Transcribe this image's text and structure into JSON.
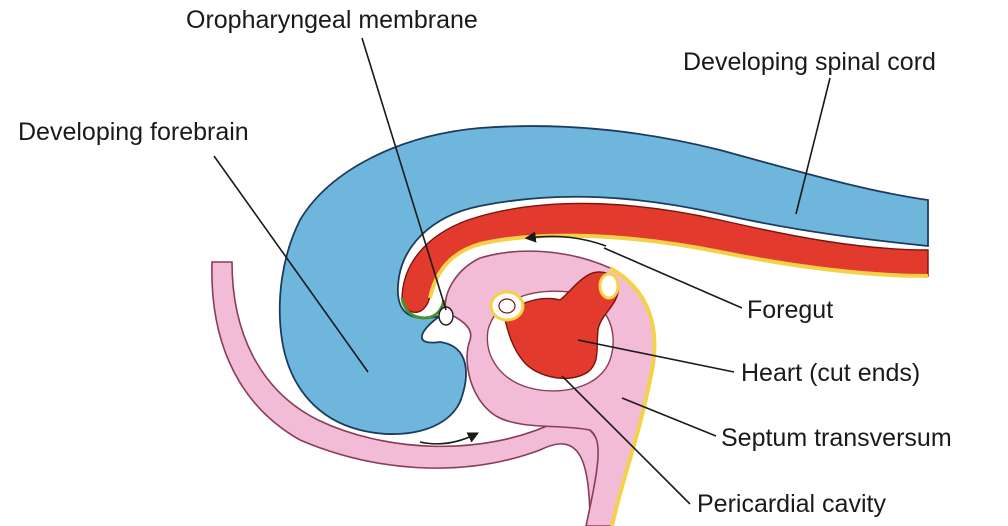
{
  "diagram": {
    "labels": {
      "oropharyngeal_membrane": "Oropharyngeal membrane",
      "developing_spinal_cord": "Developing spinal cord",
      "developing_forebrain": "Developing forebrain",
      "foregut": "Foregut",
      "heart": "Heart (cut ends)",
      "septum_transversum": "Septum transversum",
      "pericardial_cavity": "Pericardial cavity"
    },
    "colors": {
      "neural_tube": "#6fb6dc",
      "neural_outline": "#1d3b5c",
      "endoderm_gut": "#e23a2c",
      "ectoderm_yellow": "#f3d24a",
      "mesoderm_pink": "#f2bcd6",
      "pink_outline": "#8a3c5a",
      "heart": "#e23a2c",
      "membrane_green": "#4a8f2e"
    }
  }
}
